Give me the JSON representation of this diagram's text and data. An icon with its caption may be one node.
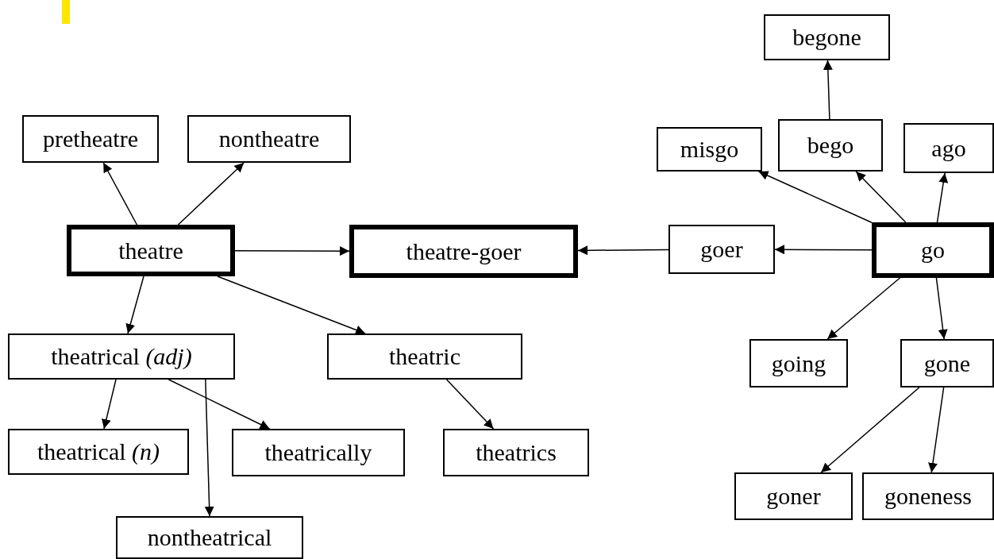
{
  "diagram": {
    "nodes": [
      {
        "text": [
          "pretheatre"
        ]
      },
      {
        "text": [
          "nontheatre"
        ]
      },
      {
        "text": [
          "theatre"
        ]
      },
      {
        "text": [
          "theatre-goer"
        ]
      },
      {
        "text": [
          "goer"
        ]
      },
      {
        "text": [
          "go"
        ]
      },
      {
        "text": [
          "begone"
        ]
      },
      {
        "text": [
          "misgo"
        ]
      },
      {
        "text": [
          "bego"
        ]
      },
      {
        "text": [
          "ago"
        ]
      },
      {
        "text": [
          "theatrical *(adj)*"
        ]
      },
      {
        "text": [
          "theatric"
        ]
      },
      {
        "text": [
          "going"
        ]
      },
      {
        "text": [
          "gone"
        ]
      },
      {
        "text": [
          "theatrical *(n)*"
        ]
      },
      {
        "text": [
          "theatrically"
        ]
      },
      {
        "text": [
          "theatrics"
        ]
      },
      {
        "text": [
          "nontheatrical"
        ]
      },
      {
        "text": [
          "goner"
        ]
      },
      {
        "text": [
          "goneness"
        ]
      }
    ],
    "edges": [
      {
        "from": 2,
        "to": 0,
        "arrow": "to"
      },
      {
        "from": 2,
        "to": 1,
        "arrow": "to"
      },
      {
        "from": 2,
        "to": 3,
        "arrow": "to"
      },
      {
        "from": 4,
        "to": 3,
        "arrow": "to"
      },
      {
        "from": 5,
        "to": 4,
        "arrow": "to"
      },
      {
        "from": 5,
        "to": 7,
        "arrow": "to"
      },
      {
        "from": 5,
        "to": 8,
        "arrow": "to"
      },
      {
        "from": 5,
        "to": 9,
        "arrow": "to"
      },
      {
        "from": 8,
        "to": 6,
        "arrow": "to"
      },
      {
        "from": 2,
        "to": 10,
        "arrow": "to"
      },
      {
        "from": 2,
        "to": 11,
        "arrow": "to"
      },
      {
        "from": 5,
        "to": 12,
        "arrow": "to"
      },
      {
        "from": 5,
        "to": 13,
        "arrow": "to"
      },
      {
        "from": 10,
        "to": 14,
        "arrow": "to"
      },
      {
        "from": 10,
        "to": 15,
        "arrow": "to"
      },
      {
        "from": 10,
        "to": 17,
        "arrow": "to"
      },
      {
        "from": 11,
        "to": 16,
        "arrow": "to"
      },
      {
        "from": 13,
        "to": 18,
        "arrow": "to"
      },
      {
        "from": 13,
        "to": 19,
        "arrow": "to"
      }
    ]
  }
}
